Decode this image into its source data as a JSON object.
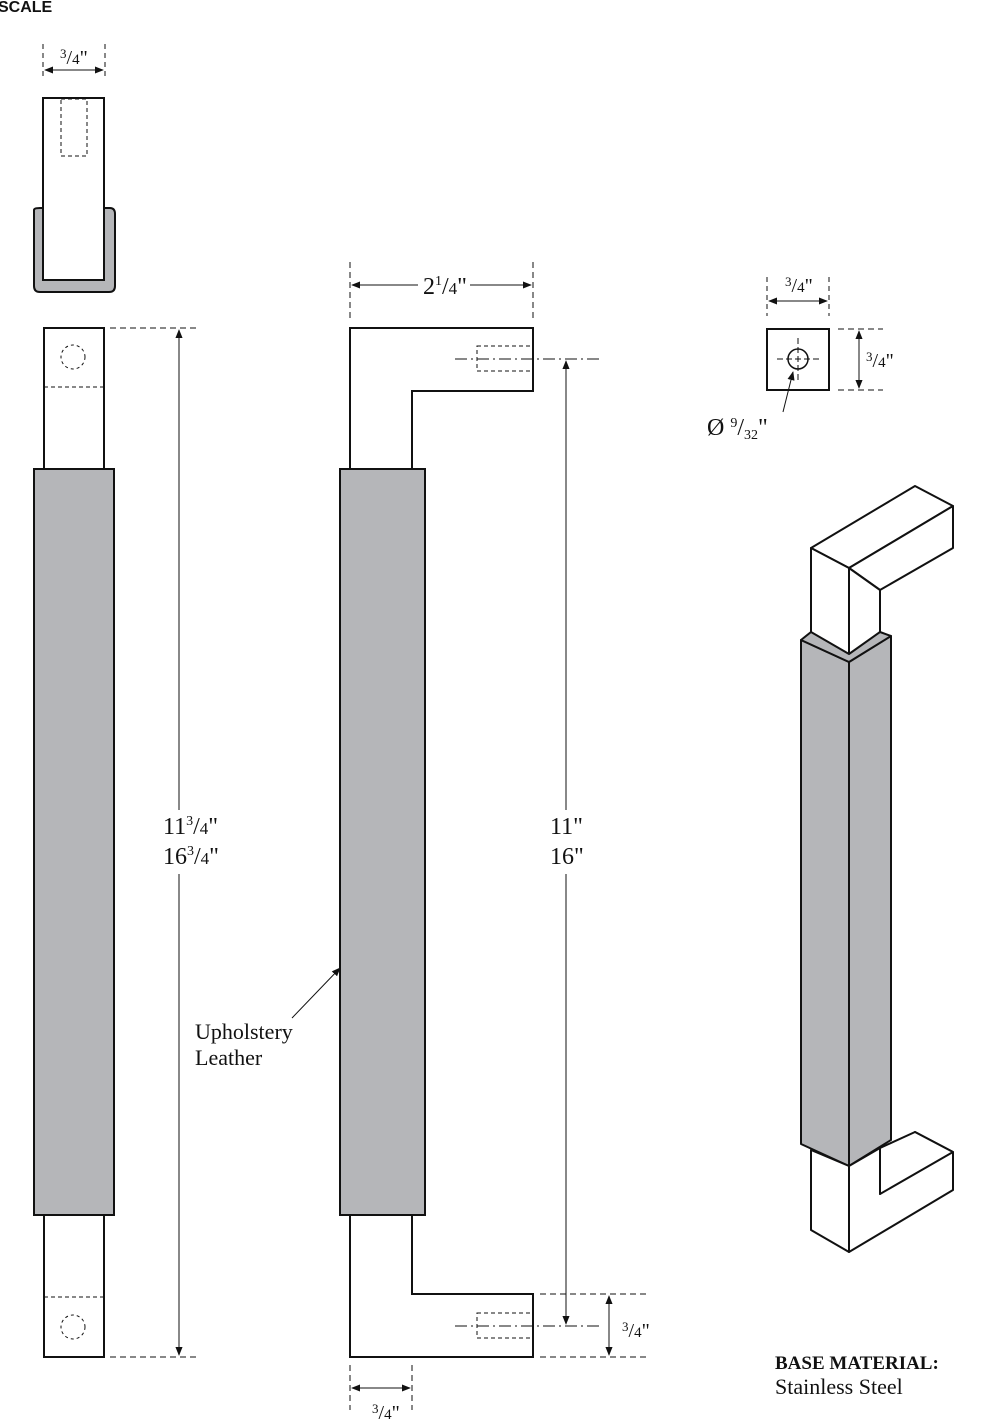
{
  "header_fragment": "SCALE",
  "colors": {
    "leather": "#b5b6b9",
    "line": "#111111",
    "paper": "#ffffff"
  },
  "top_view": {
    "width_whole": "",
    "width_num": "3",
    "width_den": "4",
    "inch": "\""
  },
  "front_view": {
    "length_a_whole": "11",
    "length_a_num": "3",
    "length_a_den": "4",
    "length_b_whole": "16",
    "length_b_num": "3",
    "length_b_den": "4",
    "inch": "\""
  },
  "side_view": {
    "projection_whole": "2",
    "projection_num": "1",
    "projection_den": "4",
    "ctc_a": "11\"",
    "ctc_b": "16\"",
    "leg_num": "3",
    "leg_den": "4",
    "end_num": "3",
    "end_den": "4",
    "inch": "\""
  },
  "section_view": {
    "width_num": "3",
    "width_den": "4",
    "height_num": "3",
    "height_den": "4",
    "hole_symbol": "Ø",
    "hole_num": "9",
    "hole_den": "32",
    "inch": "\""
  },
  "callout": {
    "line1": "Upholstery",
    "line2": "Leather"
  },
  "material": {
    "heading": "BASE MATERIAL:",
    "value": "Stainless Steel"
  }
}
